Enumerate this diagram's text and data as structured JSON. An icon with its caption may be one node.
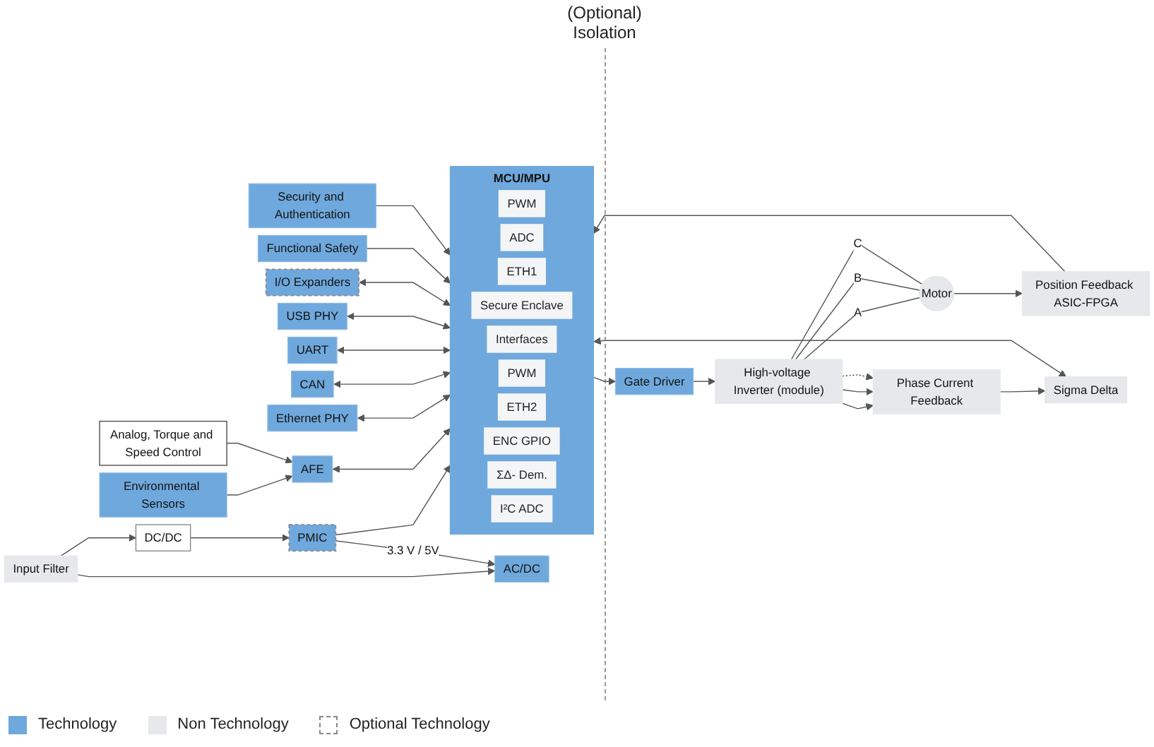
{
  "diagram": {
    "nodes": [
      {
        "text": [
          "Input Filter"
        ]
      },
      {
        "text": [
          "AC/DC"
        ]
      },
      {
        "text": [
          "DC/DC"
        ]
      },
      {
        "text": [
          "PMIC"
        ]
      },
      {
        "text": [
          "Environmental Sensors"
        ]
      },
      {
        "text": [
          "Analog, Torque and Speed Control"
        ]
      },
      {
        "text": [
          "AFE"
        ]
      },
      {
        "text": [
          "Ethernet PHY"
        ]
      },
      {
        "text": [
          "CAN"
        ]
      },
      {
        "text": [
          "UART"
        ]
      },
      {
        "text": [
          "USB PHY"
        ]
      },
      {
        "text": [
          "I/O Expanders"
        ]
      },
      {
        "text": [
          "MCU/MPU"
        ]
      },
      {
        "text": [
          "PWM"
        ],
        "in": 12
      },
      {
        "text": [
          "ADC"
        ],
        "in": 12
      },
      {
        "text": [
          "ETH1"
        ],
        "in": 12
      },
      {
        "text": [
          "Secure Enclave"
        ],
        "in": 12
      },
      {
        "text": [
          "Interfaces"
        ],
        "in": 12
      },
      {
        "text": [
          "PWM"
        ],
        "in": 12
      },
      {
        "text": [
          "ETH2"
        ],
        "in": 12
      },
      {
        "text": [
          "ENC GPIO"
        ],
        "in": 12
      },
      {
        "text": [
          "ΣΔ- Dem."
        ],
        "in": 12
      },
      {
        "text": [
          "I²C ADC"
        ],
        "in": 12
      },
      {
        "text": [
          "Gate Driver"
        ]
      },
      {
        "text": [
          "High-voltage Inverter (module)"
        ]
      },
      {
        "text": [
          "Motor"
        ]
      },
      {
        "text": [
          "Phase Current Feedback"
        ]
      },
      {
        "text": [
          "Position Feedback ASIC-FPGA"
        ]
      },
      {
        "text": [
          "Sigma Delta"
        ]
      },
      {
        "text": [
          "Functional Safety"
        ]
      },
      {
        "text": [
          "Security and Authentication"
        ]
      }
    ],
    "edges": [
      {
        "from": 0,
        "to": 1,
        "arrow": "to"
      },
      {
        "from": 0,
        "to": 2,
        "arrow": "to"
      },
      {
        "from": 2,
        "to": 3,
        "arrow": "to"
      },
      {
        "from": 3,
        "to": 1,
        "arrow": "to",
        "label": "3.3 V / 5V"
      },
      {
        "from": 3,
        "to": 12,
        "arrow": "to"
      },
      {
        "from": 4,
        "to": 6,
        "arrow": "to"
      },
      {
        "from": 5,
        "to": 6,
        "arrow": "to"
      },
      {
        "from": 6,
        "to": 12,
        "arrow": "both"
      },
      {
        "from": 7,
        "to": 12,
        "arrow": "both"
      },
      {
        "from": 8,
        "to": 12,
        "arrow": "both"
      },
      {
        "from": 9,
        "to": 12,
        "arrow": "both"
      },
      {
        "from": 10,
        "to": 12,
        "arrow": "both"
      },
      {
        "from": 11,
        "to": 12,
        "arrow": "both"
      },
      {
        "from": 12,
        "to": 23,
        "arrow": "to"
      },
      {
        "from": 23,
        "to": 24,
        "arrow": "to"
      },
      {
        "from": 24,
        "to": 25,
        "arrow": "none",
        "label": "A"
      },
      {
        "from": 24,
        "to": 25,
        "arrow": "none",
        "label": "B"
      },
      {
        "from": 24,
        "to": 25,
        "arrow": "none",
        "label": "C"
      },
      {
        "from": 24,
        "to": 26,
        "arrow": "to"
      },
      {
        "from": 24,
        "to": 26,
        "arrow": "to"
      },
      {
        "from": 24,
        "to": 26,
        "arrow": "to",
        "style": "dashed"
      },
      {
        "from": 25,
        "to": 27,
        "arrow": "to"
      },
      {
        "from": 26,
        "to": 28,
        "arrow": "to"
      },
      {
        "from": 12,
        "to": 28,
        "arrow": "both"
      },
      {
        "from": 27,
        "to": 12,
        "arrow": "to"
      },
      {
        "from": 29,
        "to": 12,
        "arrow": "to"
      },
      {
        "from": 30,
        "to": 12,
        "arrow": "to"
      }
    ],
    "labels": [
      "(Optional) Isolation"
    ],
    "legend": [
      {
        "text": "Technology",
        "color": "#6fa8dc"
      },
      {
        "text": "Non Technology",
        "color": "#e6e8eb"
      },
      {
        "text": "Optional Technology"
      }
    ]
  }
}
